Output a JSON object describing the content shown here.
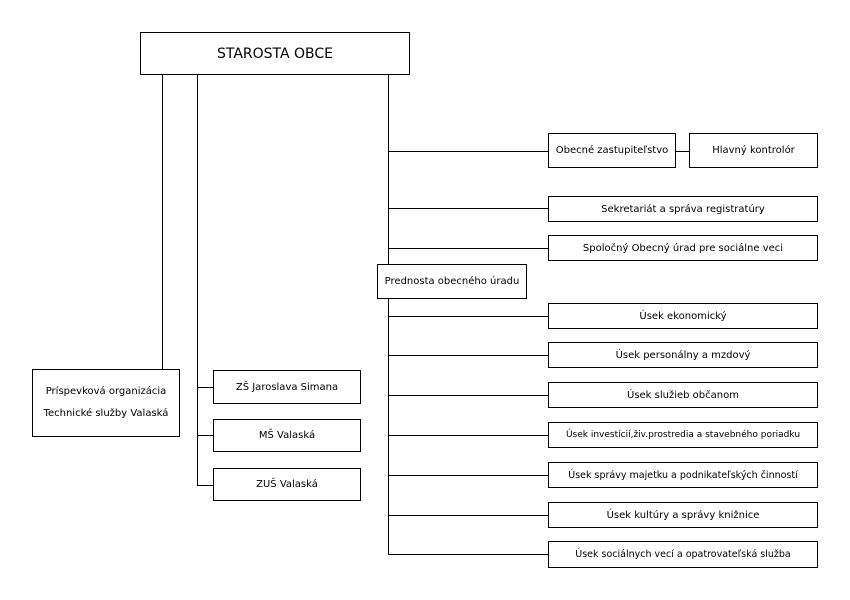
{
  "title": "STAROSTA OBCE",
  "council": "Obecné zastupiteľstvo",
  "controller": "Hlavný kontrolór",
  "secretariat": "Sekretariát a správa registratúry",
  "joint_office": "Spoločný Obecný úrad pre sociálne veci",
  "head_of_office": "Prednosta obecného úradu",
  "departments": [
    "Úsek ekonomický",
    "Úsek personálny a mzdový",
    "Úsek služieb občanom",
    "Úsek investícií,živ.prostredia a stavebného poriadku",
    "Úsek správy majetku a podnikateľských činností",
    "Úsek kultúry a správy knižnice",
    "Úsek sociálnych vecí a opatrovateľská služba"
  ],
  "schools": [
    "ZŠ Jaroslava Simana",
    "MŠ Valaská",
    "ZUŠ Valaská"
  ],
  "contribution_org": {
    "line1": "Príspevková organizácia",
    "line2": "Technické služby Valaská"
  }
}
